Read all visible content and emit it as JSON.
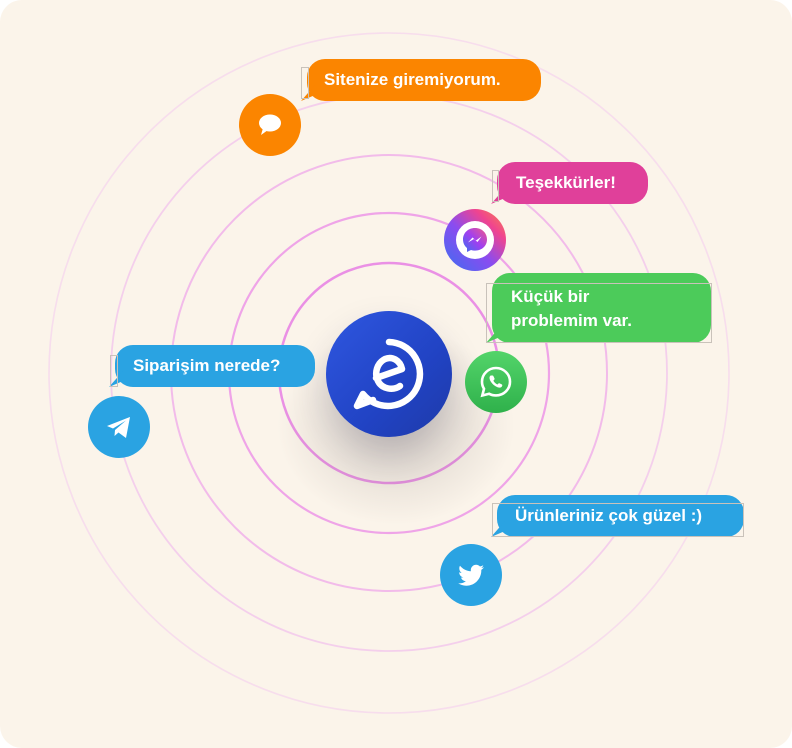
{
  "colors": {
    "background": "#fbf4ea",
    "ring": "#ea8be6",
    "orange": "#fb8500",
    "pink": "#e0409a",
    "green": "#4ccb5a",
    "blue": "#2aa3e2",
    "logo_blue": "#2449cf"
  },
  "center": {
    "icon": "chat-brand-logo-icon"
  },
  "channels": [
    {
      "id": "sms",
      "icon": "chat-bubble-icon",
      "color": "#fb8500",
      "message": "Sitenize giremiyorum."
    },
    {
      "id": "messenger",
      "icon": "messenger-icon",
      "color": "#e0409a",
      "message": "Teşekkürler!"
    },
    {
      "id": "whatsapp",
      "icon": "whatsapp-icon",
      "color": "#4ccb5a",
      "message_line1": "Küçük bir",
      "message_line2": "problemim var."
    },
    {
      "id": "telegram",
      "icon": "telegram-icon",
      "color": "#2aa3e2",
      "message": "Siparişim nerede?"
    },
    {
      "id": "twitter",
      "icon": "twitter-icon",
      "color": "#2aa3e2",
      "message": "Ürünleriniz çok güzel :)"
    }
  ]
}
